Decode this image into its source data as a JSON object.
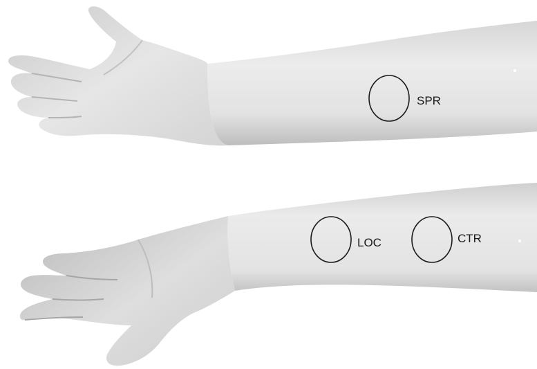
{
  "markers": {
    "spr": {
      "label": "SPR"
    },
    "loc": {
      "label": "LOC"
    },
    "ctr": {
      "label": "CTR"
    }
  },
  "colors": {
    "background": "#ffffff",
    "skin_light": "#e9e9e9",
    "skin_mid": "#d2d2d2",
    "skin_shadow": "#a9a9a9",
    "marker_stroke": "#1a1a1a"
  }
}
